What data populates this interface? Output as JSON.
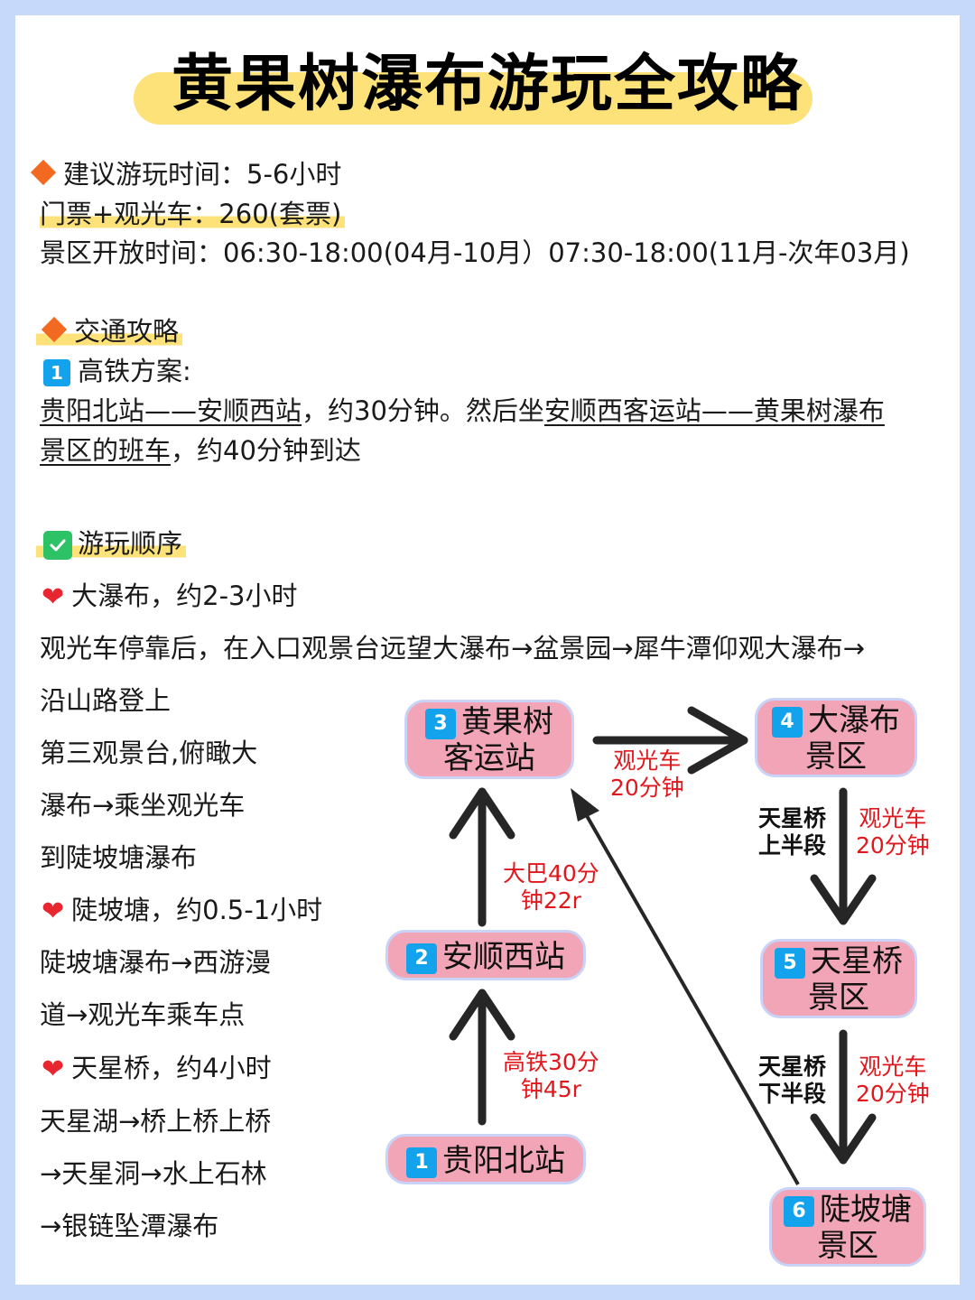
{
  "title": "黄果树瀑布游玩全攻略",
  "info": {
    "duration_label": "建议游玩时间：5-6小时",
    "ticket_label": "门票+观光车：260(套票)",
    "hours_label": "景区开放时间：06:30-18:00(04月-10月）07:30-18:00(11月-次年03月)"
  },
  "transport": {
    "heading": "交通攻略",
    "plan_number": "1",
    "plan_title": "高铁方案:",
    "line1_u1": "贵阳北站——安顺西站",
    "line1_t1": "，约30分钟。然后坐",
    "line1_u2": "安顺西客运站——黄果树瀑布",
    "line2_u1": "景区的班车",
    "line2_t1": "，约40分钟到达"
  },
  "order": {
    "heading": "游玩顺序",
    "lines": [
      {
        "type": "heart",
        "text": "大瀑布，约2-3小时"
      },
      {
        "type": "text",
        "text": "观光车停靠后，在入口观景台远望大瀑布→盆景园→犀牛潭仰观大瀑布→"
      },
      {
        "type": "text",
        "text": "沿山路登上"
      },
      {
        "type": "text",
        "text": "第三观景台,俯瞰大"
      },
      {
        "type": "text",
        "text": "瀑布→乘坐观光车"
      },
      {
        "type": "text",
        "text": "到陡坡塘瀑布"
      },
      {
        "type": "heart",
        "text": "陡坡塘，约0.5-1小时"
      },
      {
        "type": "text",
        "text": "陡坡塘瀑布→西游漫"
      },
      {
        "type": "text",
        "text": "道→观光车乘车点"
      },
      {
        "type": "heart",
        "text": "天星桥，约4小时"
      },
      {
        "type": "text",
        "text": "天星湖→桥上桥上桥"
      },
      {
        "type": "text",
        "text": "→天星洞→水上石林"
      },
      {
        "type": "text",
        "text": "→银链坠潭瀑布"
      }
    ]
  },
  "diagram": {
    "nodes": [
      {
        "num": "1",
        "line1": "贵阳北站",
        "line2": ""
      },
      {
        "num": "2",
        "line1": "安顺西站",
        "line2": ""
      },
      {
        "num": "3",
        "line1": "黄果树",
        "line2": "客运站"
      },
      {
        "num": "4",
        "line1": "大瀑布",
        "line2": "景区"
      },
      {
        "num": "5",
        "line1": "天星桥",
        "line2": "景区"
      },
      {
        "num": "6",
        "line1": "陡坡塘",
        "line2": "景区"
      }
    ],
    "edges": {
      "e12": {
        "line1": "高铁30分",
        "line2": "钟45r"
      },
      "e23": {
        "line1": "大巴40分",
        "line2": "钟22r"
      },
      "e34": {
        "line1": "观光车",
        "line2": "20分钟"
      },
      "e45_side": {
        "line1": "天星桥",
        "line2": "上半段"
      },
      "e45": {
        "line1": "观光车",
        "line2": "20分钟"
      },
      "e56_side": {
        "line1": "天星桥",
        "line2": "下半段"
      },
      "e56": {
        "line1": "观光车",
        "line2": "20分钟"
      }
    }
  },
  "colors": {
    "frame": "#c7d9fb",
    "highlight": "#fde27a",
    "node_fill": "#f2a5b6",
    "badge": "#12a3ec",
    "label_red": "#e0181d",
    "diamond": "#f26a21",
    "check": "#2ec266",
    "heart": "#e8262f"
  }
}
